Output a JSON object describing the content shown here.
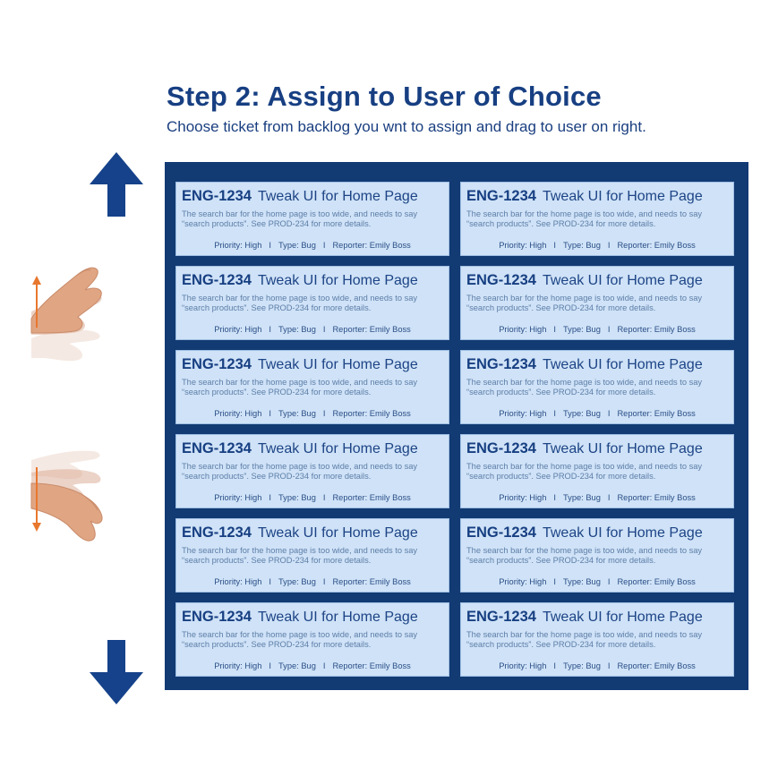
{
  "header": {
    "title": "Step 2: Assign to User of Choice",
    "subtitle": "Choose ticket from backlog you wnt to assign and drag to user on right."
  },
  "colors": {
    "board_bg": "#123a73",
    "card_bg": "#cfe2f7",
    "arrow": "#15428a",
    "gesture_indicator": "#e8772e"
  },
  "icons": {
    "scroll_up": "arrow-up-icon",
    "scroll_down": "arrow-down-icon",
    "swipe_up": "hand-swipe-up-icon",
    "swipe_down": "hand-swipe-down-icon"
  },
  "tickets": [
    {
      "id": "ENG-1234",
      "title": "Tweak UI for Home Page",
      "desc1": "The search bar for the home page is too wide, and needs to say",
      "desc2": "“search products”. See PROD-234 for more details.",
      "priority": "Priority: High",
      "sep1": "I",
      "type": "Type: Bug",
      "sep2": "I",
      "reporter": "Reporter:  Emily Boss"
    },
    {
      "id": "ENG-1234",
      "title": "Tweak UI for Home Page",
      "desc1": "The search bar for the home page is too wide, and needs to say",
      "desc2": "“search products”. See PROD-234 for more details.",
      "priority": "Priority: High",
      "sep1": "I",
      "type": "Type: Bug",
      "sep2": "I",
      "reporter": "Reporter:  Emily Boss"
    },
    {
      "id": "ENG-1234",
      "title": "Tweak UI for Home Page",
      "desc1": "The search bar for the home page is too wide, and needs to say",
      "desc2": "“search products”. See PROD-234 for more details.",
      "priority": "Priority: High",
      "sep1": "I",
      "type": "Type: Bug",
      "sep2": "I",
      "reporter": "Reporter:  Emily Boss"
    },
    {
      "id": "ENG-1234",
      "title": "Tweak UI for Home Page",
      "desc1": "The search bar for the home page is too wide, and needs to say",
      "desc2": "“search products”. See PROD-234 for more details.",
      "priority": "Priority: High",
      "sep1": "I",
      "type": "Type: Bug",
      "sep2": "I",
      "reporter": "Reporter:  Emily Boss"
    },
    {
      "id": "ENG-1234",
      "title": "Tweak UI for Home Page",
      "desc1": "The search bar for the home page is too wide, and needs to say",
      "desc2": "“search products”. See PROD-234 for more details.",
      "priority": "Priority: High",
      "sep1": "I",
      "type": "Type: Bug",
      "sep2": "I",
      "reporter": "Reporter:  Emily Boss"
    },
    {
      "id": "ENG-1234",
      "title": "Tweak UI for Home Page",
      "desc1": "The search bar for the home page is too wide, and needs to say",
      "desc2": "“search products”. See PROD-234 for more details.",
      "priority": "Priority: High",
      "sep1": "I",
      "type": "Type: Bug",
      "sep2": "I",
      "reporter": "Reporter:  Emily Boss"
    },
    {
      "id": "ENG-1234",
      "title": "Tweak UI for Home Page",
      "desc1": "The search bar for the home page is too wide, and needs to say",
      "desc2": "“search products”. See PROD-234 for more details.",
      "priority": "Priority: High",
      "sep1": "I",
      "type": "Type: Bug",
      "sep2": "I",
      "reporter": "Reporter:  Emily Boss"
    },
    {
      "id": "ENG-1234",
      "title": "Tweak UI for Home Page",
      "desc1": "The search bar for the home page is too wide, and needs to say",
      "desc2": "“search products”. See PROD-234 for more details.",
      "priority": "Priority: High",
      "sep1": "I",
      "type": "Type: Bug",
      "sep2": "I",
      "reporter": "Reporter:  Emily Boss"
    },
    {
      "id": "ENG-1234",
      "title": "Tweak UI for Home Page",
      "desc1": "The search bar for the home page is too wide, and needs to say",
      "desc2": "“search products”. See PROD-234 for more details.",
      "priority": "Priority: High",
      "sep1": "I",
      "type": "Type: Bug",
      "sep2": "I",
      "reporter": "Reporter:  Emily Boss"
    },
    {
      "id": "ENG-1234",
      "title": "Tweak UI for Home Page",
      "desc1": "The search bar for the home page is too wide, and needs to say",
      "desc2": "“search products”. See PROD-234 for more details.",
      "priority": "Priority: High",
      "sep1": "I",
      "type": "Type: Bug",
      "sep2": "I",
      "reporter": "Reporter:  Emily Boss"
    },
    {
      "id": "ENG-1234",
      "title": "Tweak UI for Home Page",
      "desc1": "The search bar for the home page is too wide, and needs to say",
      "desc2": "“search products”. See PROD-234 for more details.",
      "priority": "Priority: High",
      "sep1": "I",
      "type": "Type: Bug",
      "sep2": "I",
      "reporter": "Reporter:  Emily Boss"
    },
    {
      "id": "ENG-1234",
      "title": "Tweak UI for Home Page",
      "desc1": "The search bar for the home page is too wide, and needs to say",
      "desc2": "“search products”. See PROD-234 for more details.",
      "priority": "Priority: High",
      "sep1": "I",
      "type": "Type: Bug",
      "sep2": "I",
      "reporter": "Reporter:  Emily Boss"
    }
  ]
}
